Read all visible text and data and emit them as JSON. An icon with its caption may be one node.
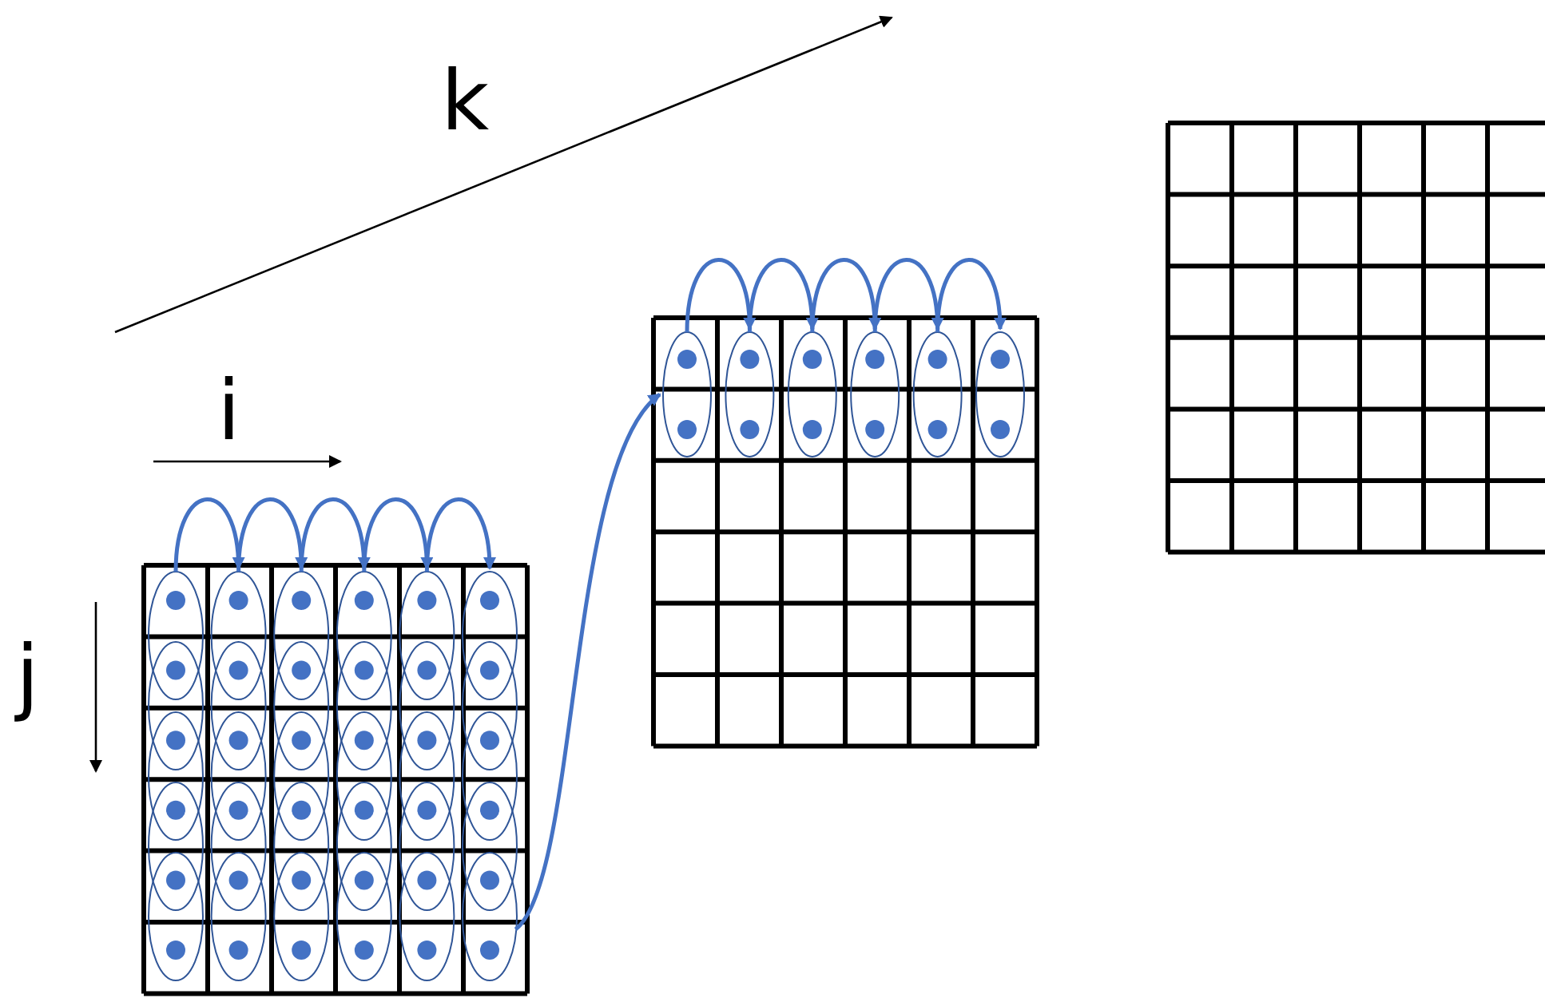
{
  "diagram": {
    "nodes": [
      {
        "text": [],
        "shape": "ellipse"
      },
      {
        "text": [],
        "shape": "ellipse"
      },
      {
        "text": [],
        "shape": "ellipse"
      },
      {
        "text": [],
        "shape": "ellipse"
      },
      {
        "text": [],
        "shape": "ellipse"
      },
      {
        "text": [],
        "shape": "ellipse"
      },
      {
        "text": [],
        "shape": "ellipse"
      },
      {
        "text": [],
        "shape": "ellipse"
      },
      {
        "text": [],
        "shape": "ellipse"
      },
      {
        "text": [],
        "shape": "ellipse"
      },
      {
        "text": [],
        "shape": "ellipse"
      },
      {
        "text": [],
        "shape": "ellipse"
      },
      {
        "text": [],
        "shape": "ellipse"
      },
      {
        "text": [],
        "shape": "ellipse"
      },
      {
        "text": [],
        "shape": "ellipse"
      },
      {
        "text": [],
        "shape": "ellipse"
      },
      {
        "text": [],
        "shape": "ellipse"
      },
      {
        "text": [],
        "shape": "ellipse"
      },
      {
        "text": [],
        "shape": "ellipse"
      },
      {
        "text": [],
        "shape": "ellipse"
      },
      {
        "text": [],
        "shape": "ellipse"
      },
      {
        "text": [],
        "shape": "ellipse"
      },
      {
        "text": [],
        "shape": "ellipse"
      },
      {
        "text": [],
        "shape": "ellipse"
      },
      {
        "text": [],
        "shape": "ellipse"
      },
      {
        "text": [],
        "shape": "ellipse"
      },
      {
        "text": [],
        "shape": "ellipse"
      },
      {
        "text": [],
        "shape": "ellipse"
      },
      {
        "text": [],
        "shape": "ellipse"
      },
      {
        "text": [],
        "shape": "ellipse"
      },
      {
        "text": [],
        "shape": "ellipse"
      },
      {
        "text": [],
        "shape": "ellipse"
      },
      {
        "text": [],
        "shape": "ellipse"
      },
      {
        "text": [],
        "shape": "ellipse"
      },
      {
        "text": [],
        "shape": "ellipse"
      },
      {
        "text": [],
        "shape": "ellipse"
      }
    ],
    "edges": [
      {
        "from": 0,
        "to": 5,
        "arrow": "to"
      },
      {
        "from": 5,
        "to": 10,
        "arrow": "to"
      },
      {
        "from": 10,
        "to": 15,
        "arrow": "to"
      },
      {
        "from": 15,
        "to": 20,
        "arrow": "to"
      },
      {
        "from": 20,
        "to": 25,
        "arrow": "to"
      },
      {
        "from": 29,
        "to": 30,
        "arrow": "to"
      },
      {
        "from": 30,
        "to": 31,
        "arrow": "to"
      },
      {
        "from": 31,
        "to": 32,
        "arrow": "to"
      },
      {
        "from": 32,
        "to": 33,
        "arrow": "to"
      },
      {
        "from": 33,
        "to": 34,
        "arrow": "to"
      },
      {
        "from": 34,
        "to": 35,
        "arrow": "to"
      }
    ],
    "labels": [
      "k",
      "i",
      "j"
    ]
  }
}
